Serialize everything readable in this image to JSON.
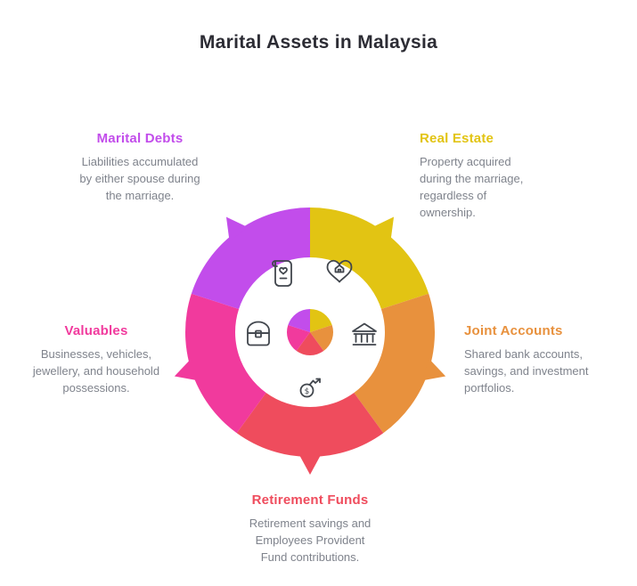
{
  "title": "Marital Assets in Malaysia",
  "icon_color": "#41464d",
  "segments": [
    {
      "id": "marital-debts",
      "label": "Marital Debts",
      "description": "Liabilities accumulated\nby either spouse during\nthe marriage.",
      "color": "#c24deb",
      "icon": "marriage-contract-heart-icon"
    },
    {
      "id": "real-estate",
      "label": "Real Estate",
      "description": "Property acquired\nduring the marriage,\nregardless of\nownership.",
      "color": "#e2c413",
      "icon": "heart-house-icon"
    },
    {
      "id": "joint-accounts",
      "label": "Joint Accounts",
      "description": "Shared bank accounts,\nsavings, and investment\nportfolios.",
      "color": "#e8913d",
      "icon": "bank-icon"
    },
    {
      "id": "retirement-funds",
      "label": "Retirement Funds",
      "description": "Retirement savings and\nEmployees Provident\nFund contributions.",
      "color": "#ef4c5d",
      "icon": "pension-growth-icon"
    },
    {
      "id": "valuables",
      "label": "Valuables",
      "description": "Businesses, vehicles,\njewellery, and household\npossessions.",
      "color": "#f13a9d",
      "icon": "treasure-chest-icon"
    }
  ]
}
